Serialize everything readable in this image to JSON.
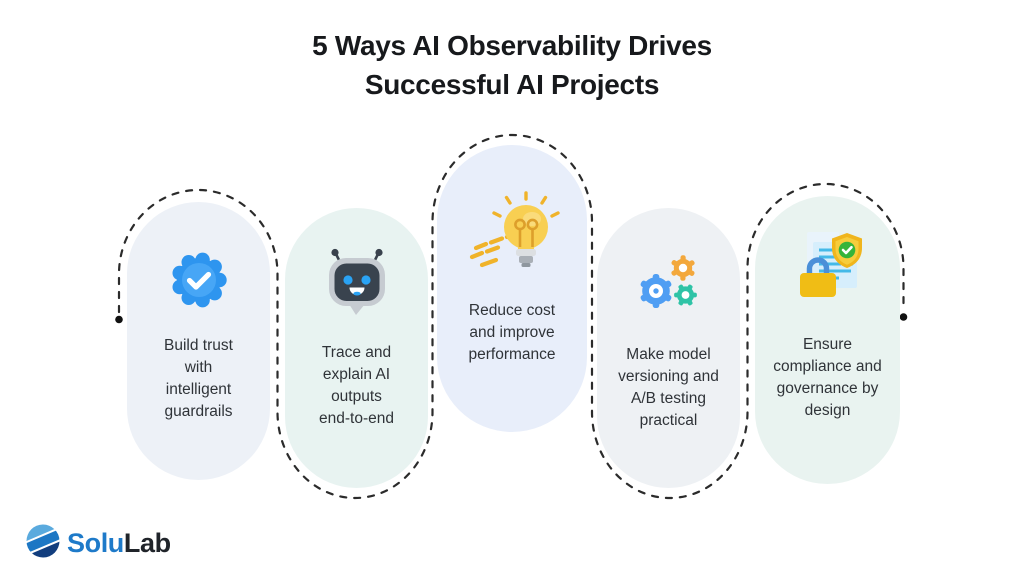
{
  "title": {
    "line1": "5 Ways AI Observability Drives",
    "line2": "Successful AI Projects"
  },
  "cards": [
    {
      "id": "build-trust",
      "label": "Build trust with intelligent guardrails",
      "lines": [
        "Build trust",
        "with",
        "intelligent",
        "guardrails"
      ],
      "icon": "verified-badge-icon",
      "bg_color": "#edf1f7"
    },
    {
      "id": "trace-explain",
      "label": "Trace and explain AI outputs end-to-end",
      "lines": [
        "Trace and",
        "explain AI",
        "outputs",
        "end-to-end"
      ],
      "icon": "robot-chat-icon",
      "bg_color": "#e8f3f1"
    },
    {
      "id": "reduce-cost",
      "label": "Reduce cost and improve performance",
      "lines": [
        "Reduce cost",
        "and improve",
        "performance"
      ],
      "icon": "lightbulb-speed-icon",
      "bg_color": "#e8eefa"
    },
    {
      "id": "model-versioning",
      "label": "Make model versioning and A/B testing practical",
      "lines": [
        "Make model",
        "versioning and",
        "A/B testing",
        "practical"
      ],
      "icon": "gears-icon",
      "bg_color": "#eef1f4"
    },
    {
      "id": "compliance",
      "label": "Ensure compliance and governance by design",
      "lines": [
        "Ensure",
        "compliance and",
        "governance by",
        "design"
      ],
      "icon": "compliance-shield-lock-icon",
      "bg_color": "#e9f3f0"
    }
  ],
  "connector": {
    "style": "dashed-serpentine",
    "color": "#2b2b2b",
    "endpoint_dots": 2
  },
  "logo": {
    "name": "SoluLab",
    "text_primary": "Solu",
    "text_secondary": "Lab",
    "primary_color": "#1e7ac9",
    "secondary_color": "#20242a"
  },
  "colors": {
    "background": "#ffffff",
    "title_text": "#17191c",
    "card_text": "#2f3338",
    "badge_blue": "#2e95ef",
    "robot_slate": "#39434e",
    "bulb_yellow": "#f8cf52",
    "gear_blue": "#4f9ef3",
    "gear_orange": "#f3a83c",
    "gear_teal": "#2ec3a6",
    "shield_gold": "#f0b51c",
    "lock_gold": "#f0bd15"
  }
}
